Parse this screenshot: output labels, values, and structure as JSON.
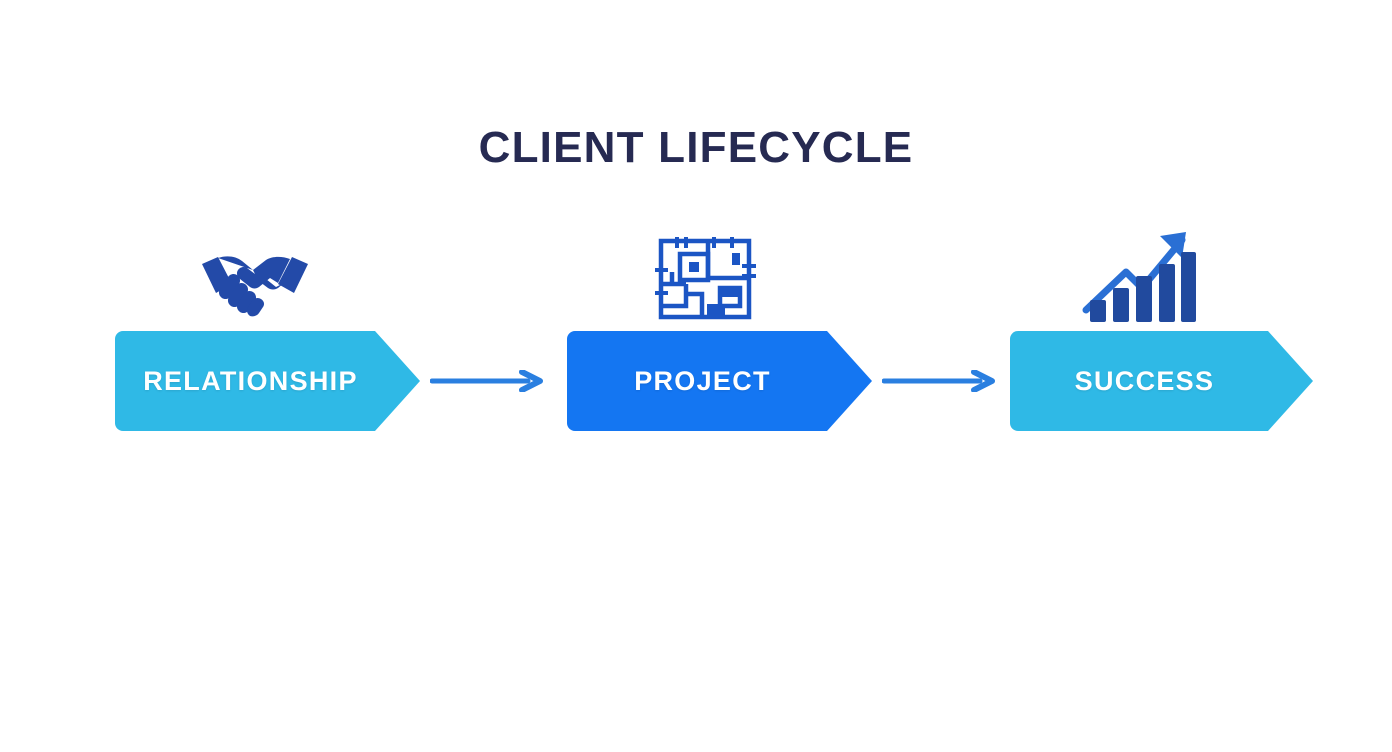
{
  "page": {
    "title": "CLIENT LIFECYCLE",
    "background_color": "#ffffff",
    "title_color": "#262a52"
  },
  "colors": {
    "stage_light": "#2fb9e6",
    "stage_dark": "#1476f2",
    "icon_deep_blue": "#1f51b5",
    "icon_blueprint_blue": "#1b55c4",
    "connector_blue": "#2a7fe0",
    "label_text": "#ffffff"
  },
  "flow": {
    "stages": [
      {
        "label": "RELATIONSHIP",
        "icon": "handshake-icon",
        "color": "#2fb9e6",
        "shade": "light"
      },
      {
        "label": "PROJECT",
        "icon": "blueprint-icon",
        "color": "#1476f2",
        "shade": "dark"
      },
      {
        "label": "SUCCESS",
        "icon": "growth-chart-icon",
        "color": "#2fb9e6",
        "shade": "light"
      }
    ],
    "connectors": [
      {
        "icon": "arrow-right-icon",
        "from": "RELATIONSHIP",
        "to": "PROJECT"
      },
      {
        "icon": "arrow-right-icon",
        "from": "PROJECT",
        "to": "SUCCESS"
      }
    ]
  },
  "chart_data": {
    "type": "diagram",
    "diagram_kind": "process-flow-chevron",
    "title": "CLIENT LIFECYCLE",
    "steps": [
      "RELATIONSHIP",
      "PROJECT",
      "SUCCESS"
    ],
    "step_count": 3,
    "direction": "left-to-right",
    "growth_icon_bars": [
      1,
      2,
      3,
      4,
      5
    ]
  }
}
